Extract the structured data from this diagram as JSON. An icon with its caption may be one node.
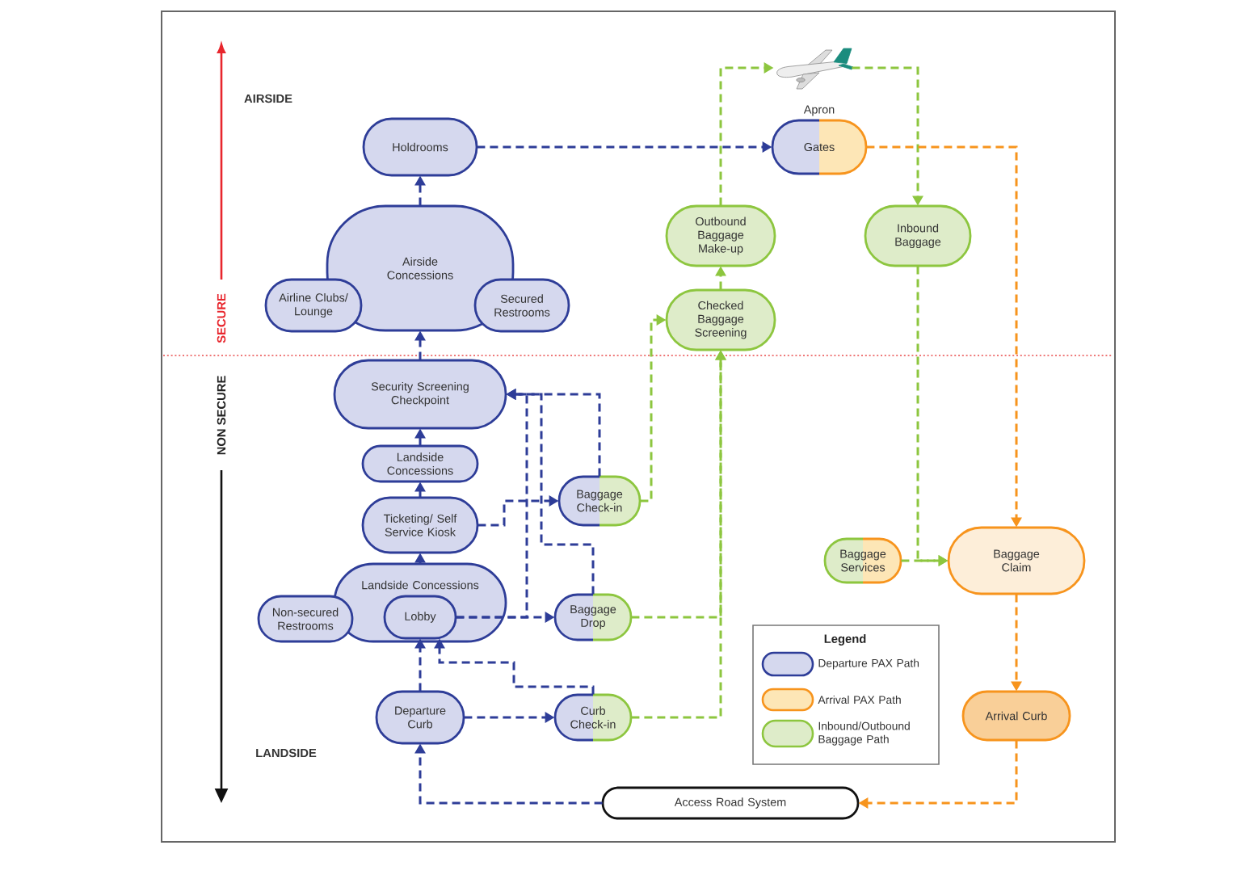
{
  "diagram": {
    "nodes": [
      {
        "text": [],
        "shape": "picture"
      },
      {
        "text": [
          "Holdrooms"
        ]
      },
      {
        "text": [
          "Gates"
        ],
        "beside": [
          "Apron"
        ]
      },
      {
        "text": [
          "Airside Concessions"
        ]
      },
      {
        "text": [
          "Airline Clubs/ Lounge"
        ]
      },
      {
        "text": [
          "Secured Restrooms"
        ]
      },
      {
        "text": [
          "Outbound Baggage Make-up"
        ]
      },
      {
        "text": [
          "Inbound Baggage"
        ]
      },
      {
        "text": [
          "Checked Baggage Screening"
        ]
      },
      {
        "text": [
          "Security Screening Checkpoint"
        ]
      },
      {
        "text": [
          "Landside Concessions"
        ]
      },
      {
        "text": [
          "Ticketing/ Self Service Kiosk"
        ]
      },
      {
        "text": [
          "Baggage Check-in"
        ]
      },
      {
        "text": [
          "Baggage Services"
        ]
      },
      {
        "text": [
          "Baggage Claim"
        ]
      },
      {
        "text": [
          "Landside Concessions"
        ]
      },
      {
        "text": [
          "Non-secured Restrooms"
        ]
      },
      {
        "text": [
          "Lobby"
        ],
        "in": 15
      },
      {
        "text": [
          "Baggage Drop"
        ]
      },
      {
        "text": [
          "Departure Curb"
        ]
      },
      {
        "text": [
          "Curb Check-in"
        ]
      },
      {
        "text": [
          "Arrival Curb"
        ]
      },
      {
        "text": [
          "Access Road System"
        ]
      }
    ],
    "edges": [
      {
        "from": 1,
        "to": 2,
        "arrow": "to",
        "style": "dashed"
      },
      {
        "from": 3,
        "to": 1,
        "arrow": "to",
        "style": "dashed"
      },
      {
        "from": 9,
        "to": 3,
        "arrow": "to",
        "style": "dashed"
      },
      {
        "from": 10,
        "to": 9,
        "arrow": "to",
        "style": "dashed"
      },
      {
        "from": 11,
        "to": 10,
        "arrow": "to",
        "style": "dashed"
      },
      {
        "from": 15,
        "to": 11,
        "arrow": "to",
        "style": "dashed"
      },
      {
        "from": 11,
        "to": 12,
        "arrow": "to",
        "style": "dashed"
      },
      {
        "from": 12,
        "to": 9,
        "arrow": "to",
        "style": "dashed"
      },
      {
        "from": 17,
        "to": 18,
        "arrow": "to",
        "style": "dashed"
      },
      {
        "from": 17,
        "to": 9,
        "arrow": "to",
        "style": "dashed"
      },
      {
        "from": 18,
        "to": 9,
        "arrow": "to",
        "style": "dashed"
      },
      {
        "from": 19,
        "to": 17,
        "arrow": "to",
        "style": "dashed"
      },
      {
        "from": 19,
        "to": 20,
        "arrow": "to",
        "style": "dashed"
      },
      {
        "from": 20,
        "to": 17,
        "arrow": "to",
        "style": "dashed"
      },
      {
        "from": 22,
        "to": 19,
        "arrow": "to",
        "style": "dashed"
      },
      {
        "from": 12,
        "to": 8,
        "arrow": "to",
        "style": "dashed",
        "color": "#8dc63f"
      },
      {
        "from": 18,
        "to": 8,
        "arrow": "to",
        "style": "dashed",
        "color": "#8dc63f"
      },
      {
        "from": 20,
        "to": 8,
        "arrow": "to",
        "style": "dashed",
        "color": "#8dc63f"
      },
      {
        "from": 8,
        "to": 6,
        "arrow": "to",
        "style": "dashed",
        "color": "#8dc63f"
      },
      {
        "from": 6,
        "to": 0,
        "arrow": "to",
        "style": "dashed",
        "color": "#8dc63f"
      },
      {
        "from": 0,
        "to": 7,
        "arrow": "to",
        "style": "dashed",
        "color": "#8dc63f"
      },
      {
        "from": 7,
        "to": 14,
        "arrow": "to",
        "style": "dashed",
        "color": "#8dc63f"
      },
      {
        "from": 13,
        "to": 14,
        "arrow": "to",
        "style": "dashed",
        "color": "#8dc63f"
      },
      {
        "from": 2,
        "to": 14,
        "arrow": "to",
        "style": "dashed",
        "color": "#f7941d"
      },
      {
        "from": 14,
        "to": 21,
        "arrow": "to",
        "style": "dashed",
        "color": "#f7941d"
      },
      {
        "from": 21,
        "to": 22,
        "arrow": "to",
        "style": "dashed",
        "color": "#f7941d"
      }
    ],
    "labels": [
      "AIRSIDE",
      "SECURE",
      "NON SECURE",
      "Legend",
      "LANDSIDE"
    ],
    "legend": [
      {
        "text": "Departure PAX Path",
        "color": "#d5d8ee"
      },
      {
        "text": "Arrival PAX Path",
        "color": "#fde6b6"
      },
      {
        "text": "Inbound/Outbound Baggage Path",
        "color": "#deecc9"
      }
    ]
  }
}
